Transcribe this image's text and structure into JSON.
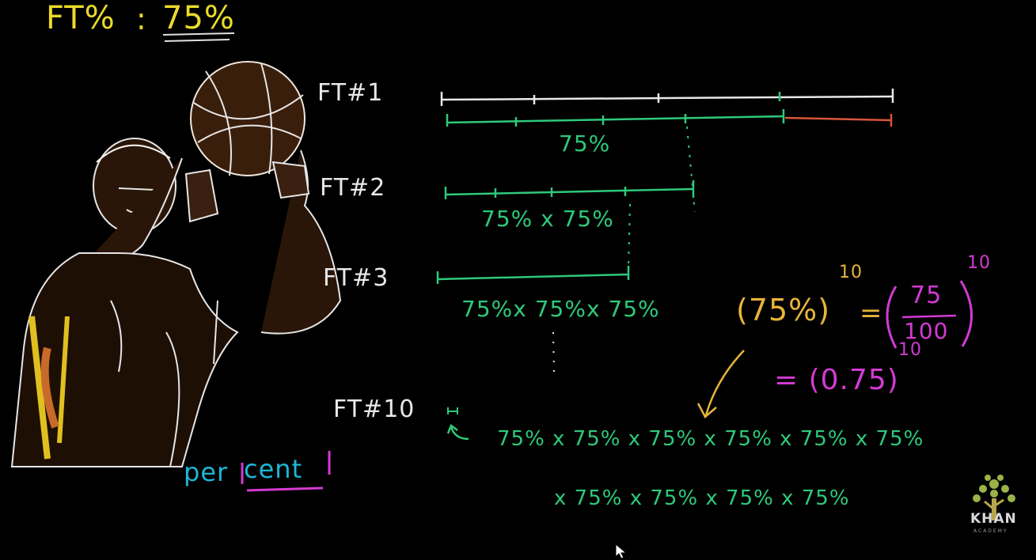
{
  "title": {
    "label": "FT%",
    "sep": ":",
    "value": "75%"
  },
  "rows": {
    "ft1": {
      "label": "FT#1",
      "caption": "75%"
    },
    "ft2": {
      "label": "FT#2",
      "caption": "75% x 75%"
    },
    "ft3": {
      "label": "FT#3",
      "caption": "75%x 75%x 75%"
    },
    "ft10": {
      "label": "FT#10",
      "line1": "75% x 75% x 75% x 75% x 75% x 75%",
      "line2": "x 75% x 75% x 75% x 75%"
    }
  },
  "equation": {
    "lhs": "(75%)",
    "exp": "10",
    "eq": "=",
    "numerator": "75",
    "denominator": "100",
    "rhs": "= (0.75)",
    "rhs_exp": "10"
  },
  "word": {
    "prefix": "per",
    "suffix": "cent"
  },
  "logo": {
    "name": "KHAN",
    "sub": "ACADEMY"
  },
  "colors": {
    "background": "#000000",
    "yellow": "#eadb2a",
    "green": "#2fc97a",
    "magenta": "#d23bd2",
    "orange": "#e8b43a",
    "cyan": "#1cb7d6",
    "red": "#d9553a"
  }
}
